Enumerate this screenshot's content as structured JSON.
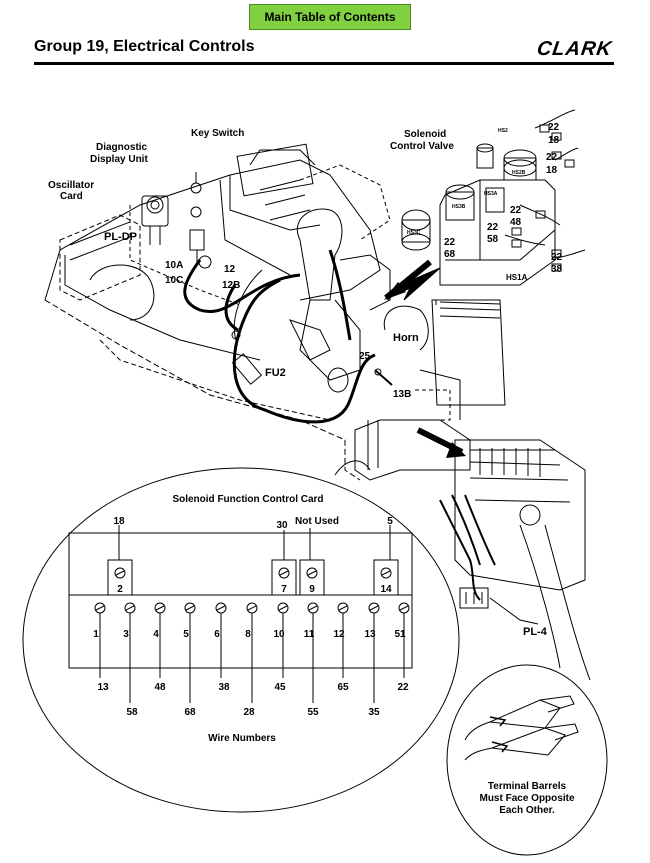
{
  "header": {
    "toc_button": "Main Table of Contents",
    "title": "Group 19, Electrical Controls",
    "logo": "CLARK"
  },
  "callouts": {
    "key_switch": "Key Switch",
    "diagnostic_display_line1": "Diagnostic",
    "diagnostic_display_line2": "Display Unit",
    "oscillator_line1": "Oscillator",
    "oscillator_line2": "Card",
    "pl_dp": "PL-DP",
    "w10a": "10A",
    "w10c": "10C",
    "w12": "12",
    "w12b": "12B",
    "solenoid_valve_line1": "Solenoid",
    "solenoid_valve_line2": "Control Valve",
    "hs2": "HS2",
    "hs2b": "HS2B",
    "hs3a": "HS3A",
    "hs3b": "HS3B",
    "hs3c": "HS3C",
    "hs1a": "HS1A",
    "w22a": "22",
    "w18a": "18",
    "w22b": "22",
    "w18b": "18",
    "w22c": "22",
    "w48": "48",
    "w22d": "22",
    "w58": "58",
    "w22e": "22",
    "w68": "68",
    "w22f": "22",
    "w38": "38",
    "horn": "Horn",
    "w25": "25",
    "w13b": "13B",
    "fu2": "FU2",
    "pl4": "PL-4",
    "terminal_line1": "Terminal Barrels",
    "terminal_line2": "Must Face Opposite",
    "terminal_line3": "Each Other."
  },
  "card": {
    "title": "Solenoid Function Control Card",
    "top_labels": [
      {
        "text": "18"
      },
      {
        "text": "30"
      },
      {
        "text": "Not Used"
      },
      {
        "text": "5"
      }
    ],
    "upper_terminals": [
      "2",
      "7",
      "9",
      "14"
    ],
    "lower_terminals": [
      "1",
      "3",
      "4",
      "5",
      "6",
      "8",
      "10",
      "11",
      "12",
      "13",
      "51"
    ],
    "wire_numbers": [
      "13",
      "58",
      "48",
      "68",
      "38",
      "28",
      "45",
      "55",
      "65",
      "35",
      "22"
    ],
    "footer": "Wire Numbers"
  }
}
